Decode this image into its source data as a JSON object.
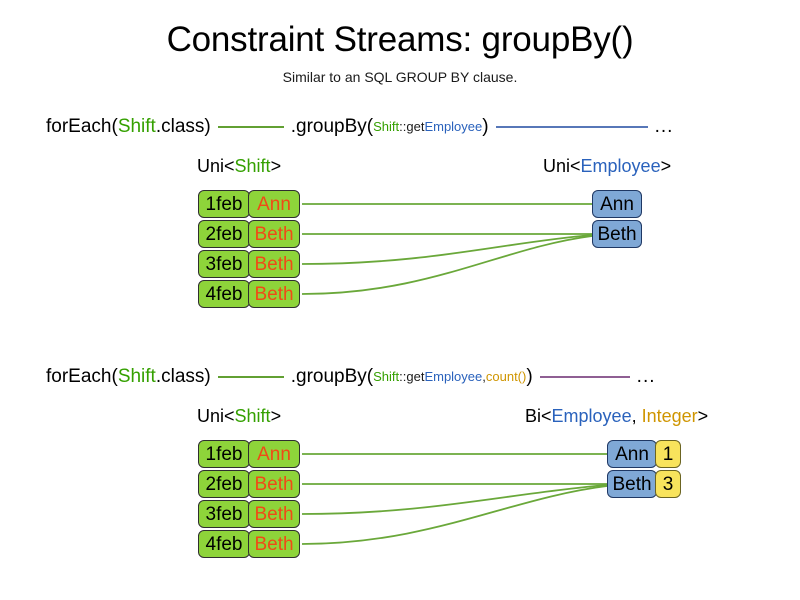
{
  "slide": {
    "title": "Constraint Streams: groupBy()",
    "subtitle": "Similar to an SQL GROUP BY clause.",
    "background_color": "#ffffff"
  },
  "colors": {
    "shift_green": "#34a000",
    "employee_blue": "#2a62bc",
    "integer_gold": "#cf9500",
    "box_green_fill": "#8ed43a",
    "box_blue_fill": "#7fa8d6",
    "box_yellow_fill": "#f8e35c",
    "name_text_orange": "#f04a16",
    "wire_green": "#6aa83a",
    "connector_blue": "#5777b8",
    "connector_purple": "#8f5f93"
  },
  "sections": [
    {
      "id": "section-one",
      "code": {
        "foreach_prefix": "forEach(",
        "foreach_type": "Shift",
        "foreach_suffix": ".class)",
        "groupby_prefix": ".groupBy(",
        "groupby_arg_class": "Shift",
        "groupby_arg_sep": "::get",
        "groupby_arg_prop": "Employee",
        "groupby_suffix": ")",
        "trailing": "..."
      },
      "left_type": {
        "prefix": "Uni<",
        "param": "Shift",
        "suffix": ">"
      },
      "right_type": {
        "prefix": "Uni<",
        "param": "Employee",
        "suffix": ">"
      },
      "shifts": [
        {
          "date": "1feb",
          "employee": "Ann"
        },
        {
          "date": "2feb",
          "employee": "Beth"
        },
        {
          "date": "3feb",
          "employee": "Beth"
        },
        {
          "date": "4feb",
          "employee": "Beth"
        }
      ],
      "groups": [
        {
          "employee": "Ann"
        },
        {
          "employee": "Beth"
        }
      ]
    },
    {
      "id": "section-two",
      "code": {
        "foreach_prefix": "forEach(",
        "foreach_type": "Shift",
        "foreach_suffix": ".class)",
        "groupby_prefix": ".groupBy(",
        "groupby_arg_class": "Shift",
        "groupby_arg_sep": "::get",
        "groupby_arg_prop": "Employee",
        "groupby_arg_comma": ", ",
        "groupby_arg_count": "count()",
        "groupby_suffix": ")",
        "trailing": "..."
      },
      "left_type": {
        "prefix": "Uni<",
        "param": "Shift",
        "suffix": ">"
      },
      "right_type": {
        "prefix": "Bi<",
        "param": "Employee",
        "sep": ", ",
        "param2": "Integer",
        "suffix": ">"
      },
      "shifts": [
        {
          "date": "1feb",
          "employee": "Ann"
        },
        {
          "date": "2feb",
          "employee": "Beth"
        },
        {
          "date": "3feb",
          "employee": "Beth"
        },
        {
          "date": "4feb",
          "employee": "Beth"
        }
      ],
      "groups": [
        {
          "employee": "Ann",
          "count": "1"
        },
        {
          "employee": "Beth",
          "count": "3"
        }
      ]
    }
  ]
}
